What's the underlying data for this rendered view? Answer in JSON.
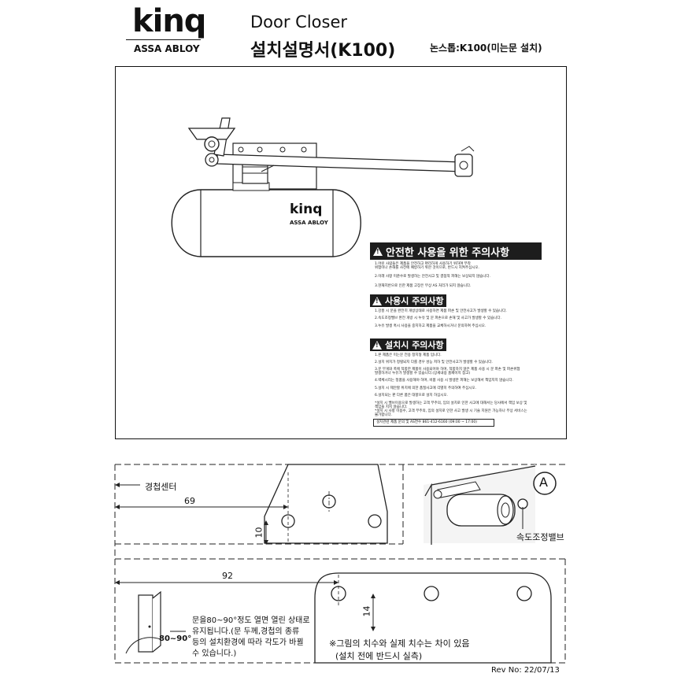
{
  "header": {
    "brand": "kinq",
    "sub_brand": "ASSA ABLOY",
    "title_en": "Door Closer",
    "title_ko": "설치설명서(K100)",
    "spec": "논스톱:K100(미는문 설치)"
  },
  "closer_logo": {
    "brand": "kinq",
    "sub_brand": "ASSA ABLOY"
  },
  "warning_label": {
    "heading_main": "안전한 사용을 위한 주의사항",
    "main_items": [
      "1.어린 사람들은 제품을 안전하고 편리하게 사용하기 위하여 부착",
      "  위험이나 손해를 사전에 예방하기 위한 것이므로, 반드시 지켜주십시오.",
      "2.이래 사항 미준수로 발생하는 안전사고 및 결점적 피해는 보상되지 않습니다.",
      "3.현재지반으로 인한 제품 고장은 무상 AS 처리가 되지 않습니다."
    ],
    "heading_use": "사용시 주의사항",
    "use_items": [
      "1.강풍 시 문을 완전히 개방상태로 사용하면 제품 파손 및 안전사고가 발생할 수 있습니다.",
      "2.속도조정밸브 완전 개방 시 누유 및 문 파손으로 손해 및 사고가 발생할 수 있습니다.",
      "3.누유 발생 혹시 사용을 중지하고 제품을 교체하시거나 문의하여 주십시오."
    ],
    "heading_install": "설치시 주의사항",
    "install_items": [
      "1.본 제품은 미는문 전용 정지형 제품 입니다.",
      "2.설치 위치가 정렬되지 다를 경우 성능 저하 및 안전사고가 발생할 수 있습니다.",
      "3.문 무게와 폭에 적합한 제품이 사용되어야 하며, 적합하지 않은 제품 사용 시 문 파손 및 파손위험",
      "  발생하거나 누유가 발생할 수 있습니다.(상세내용 홈페이지 참고)",
      "4.벽체시리는 정품을 사용해야 하며, 비품 사용 시 발생한 피해는 보상해서 책임지지 않습니다.",
      "5.설치 시 제안할 위치에 의한 품질사고에 각별히 주의하여 주십시오.",
      "6.설치되는 판 다른 품은 대향으로 설치 하십시오.",
      "*설치 시 밸브이용으로 발생하는 고객 부주의, 임의 설치로 인한 사고에 대해서는 당사에서 책임 보상 및",
      "  책임을 지지 않습니다.",
      "*설치 시 사항 이용수, 고객 부주의, 임의 설치로 인한 사고 발생 시 기술 지원은 가능하나 무상 서비스는",
      "  불가합니다."
    ],
    "footer": "설치관련 제품 문의 및 AS연수 861-412-6160 (09:00 ~ 17:00)"
  },
  "diagram": {
    "hinge_center_label": "경첩센터",
    "dim_69": "69",
    "dim_10": "10",
    "dim_92": "92",
    "dim_14": "14",
    "detail_marker": "A",
    "valve_label": "속도조정밸브",
    "angle_label": "80~90°"
  },
  "notes": {
    "opening_lines": [
      "문을80~90°정도 열면 열린 상태로",
      "유지됩니다.(문 두께,경첩의 종류",
      "등의 설치환경에 따라 각도가 바뀔",
      "수 있습니다.)"
    ],
    "caution_lines": [
      "※그림의 치수와 실제 치수는 차이 있음",
      "(설치 전에 반드시 실측)"
    ]
  },
  "revision": "Rev No: 22/07/13"
}
